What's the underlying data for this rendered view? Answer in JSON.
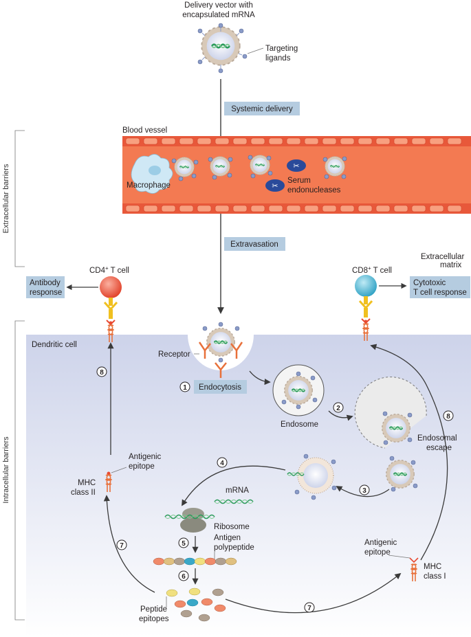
{
  "vector": {
    "title_line1": "Delivery vector with",
    "title_line2": "encapsulated mRNA",
    "ligands_line1": "Targeting",
    "ligands_line2": "ligands"
  },
  "steps": {
    "systemic": "Systemic delivery",
    "extravasation": "Extravasation",
    "endocytosis": "Endocytosis"
  },
  "vessel": {
    "label": "Blood vessel",
    "macrophage": "Macrophage",
    "nuclease_line1": "Serum",
    "nuclease_line2": "endonucleases"
  },
  "barriers": {
    "extracellular": "Extracellular barriers",
    "intracellular": "Intracellular barriers"
  },
  "cd4": {
    "cell": "CD4",
    "sup": "+",
    "rest": " T cell",
    "response_line1": "Antibody",
    "response_line2": "response"
  },
  "cd8": {
    "cell": "CD8",
    "sup": "+",
    "rest": " T cell",
    "response_line1": "Cytotoxic",
    "response_line2": "T cell response"
  },
  "matrix": {
    "line1": "Extracellular",
    "line2": "matrix"
  },
  "dc": {
    "label": "Dendritic cell",
    "receptor": "Receptor",
    "endosome": "Endosome",
    "escape_line1": "Endosomal",
    "escape_line2": "escape"
  },
  "translation": {
    "mrna": "mRNA",
    "ribosome": "Ribosome",
    "antigen_line1": "Antigen",
    "antigen_line2": "polypeptide",
    "peptides_line1": "Peptide",
    "peptides_line2": "epitopes"
  },
  "mhc2": {
    "line1": "MHC",
    "line2": "class II",
    "epitope_line1": "Antigenic",
    "epitope_line2": "epitope"
  },
  "mhc1": {
    "line1": "MHC",
    "line2": "class I",
    "epitope_line1": "Antigenic",
    "epitope_line2": "epitope"
  },
  "numbers": [
    "1",
    "2",
    "3",
    "4",
    "5",
    "6",
    "7",
    "7",
    "8",
    "8"
  ],
  "colors": {
    "vessel": "#f26b4a",
    "vessel_edge": "#e85a3c",
    "label_box": "#b5cce0",
    "cell_bg_top": "#cdd3ea",
    "cell_bg_bottom": "#ffffff",
    "mhc": "#e8703a",
    "cd4": "#e84a32",
    "cd8": "#3aa8c8",
    "tcr": "#f0c020",
    "ligand": "#8a9bc8"
  }
}
